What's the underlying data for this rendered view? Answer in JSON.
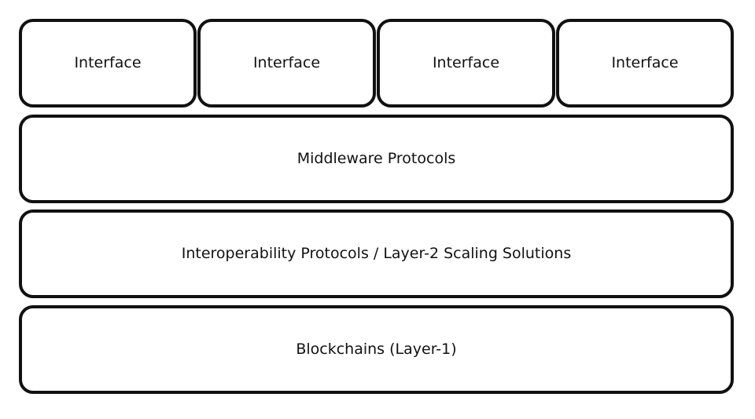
{
  "interfaces": [
    {
      "label": "Interface"
    },
    {
      "label": "Interface"
    },
    {
      "label": "Interface"
    },
    {
      "label": "Interface"
    }
  ],
  "layers": {
    "middleware": {
      "label": "Middleware Protocols"
    },
    "interoperability": {
      "label": "Interoperability Protocols / Layer-2 Scaling Solutions"
    },
    "blockchains": {
      "label": "Blockchains (Layer-1)"
    }
  },
  "colors": {
    "stroke": "#111111",
    "fill": "#ffffff",
    "text": "#111111"
  }
}
